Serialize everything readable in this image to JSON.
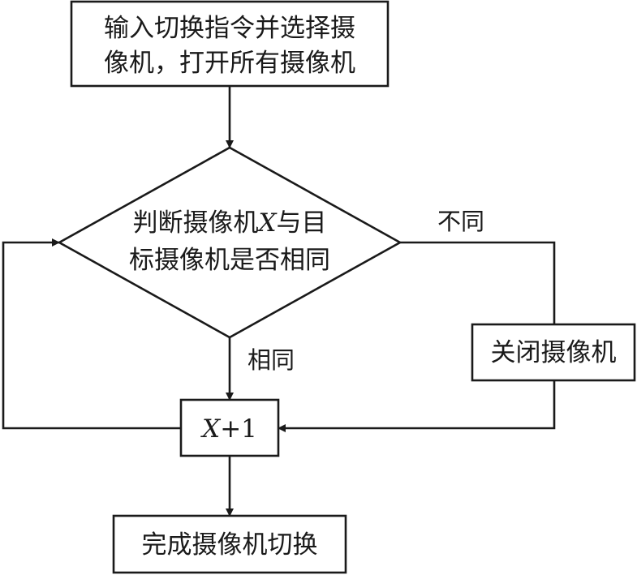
{
  "nodes": {
    "start": {
      "line1": "输入切换指令并选择摄",
      "line2": "像机，打开所有摄像机"
    },
    "decision": {
      "line1_pre": "判断摄像机",
      "line1_var": "X",
      "line1_post": "与目",
      "line2": "标摄像机是否相同"
    },
    "close": {
      "label": "关闭摄像机"
    },
    "increment": {
      "var": "X",
      "rest": "+1"
    },
    "finish": {
      "label": "完成摄像机切换"
    }
  },
  "edges": {
    "different_label": "不同",
    "same_label": "相同"
  }
}
